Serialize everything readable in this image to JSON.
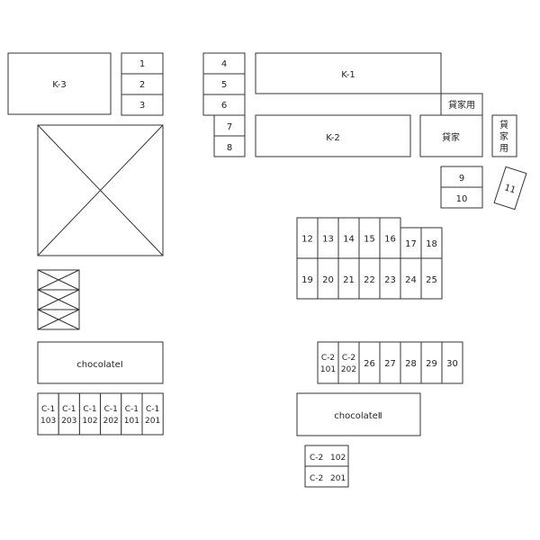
{
  "buildings": {
    "k3": "K-3",
    "k1": "K-1",
    "k2": "K-2",
    "kashiya_label_top": "貸家用",
    "kashiya": "貸家",
    "kashiya_vertical": [
      "貸",
      "家",
      "用"
    ],
    "chocolate1": "chocolateⅠ",
    "chocolate2": "chocolateⅡ"
  },
  "spaces": {
    "s1": "1",
    "s2": "2",
    "s3": "3",
    "s4": "4",
    "s5": "5",
    "s6": "6",
    "s7": "7",
    "s8": "8",
    "s9": "9",
    "s10": "10",
    "s11": "11",
    "row_top": [
      "12",
      "13",
      "14",
      "15",
      "16",
      "17",
      "18"
    ],
    "row_bottom": [
      "19",
      "20",
      "21",
      "22",
      "23",
      "24",
      "25"
    ],
    "c2_row": [
      {
        "l1": "C-2",
        "l2": "101"
      },
      {
        "l1": "C-2",
        "l2": "202"
      },
      {
        "l1": "26"
      },
      {
        "l1": "27"
      },
      {
        "l1": "28"
      },
      {
        "l1": "29"
      },
      {
        "l1": "30"
      }
    ],
    "c1_row": [
      {
        "l1": "C-1",
        "l2": "103"
      },
      {
        "l1": "C-1",
        "l2": "203"
      },
      {
        "l1": "C-1",
        "l2": "102"
      },
      {
        "l1": "C-1",
        "l2": "202"
      },
      {
        "l1": "C-1",
        "l2": "101"
      },
      {
        "l1": "C-1",
        "l2": "201"
      }
    ],
    "c2_bottom": [
      {
        "a": "C-2",
        "b": "102"
      },
      {
        "a": "C-2",
        "b": "201"
      }
    ]
  }
}
